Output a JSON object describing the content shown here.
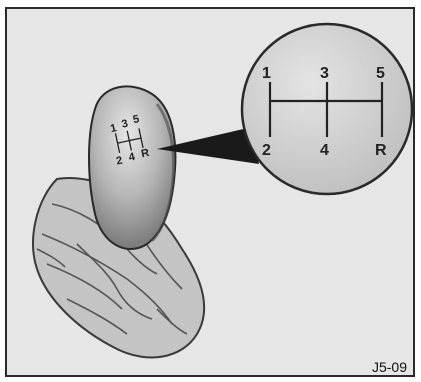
{
  "figure": {
    "id_label": "J5-09"
  },
  "knob_pattern": {
    "top_row": [
      "1",
      "3",
      "5"
    ],
    "bottom_row": [
      "2",
      "4",
      "R"
    ]
  },
  "magnified_pattern": {
    "top_row": [
      "1",
      "3",
      "5"
    ],
    "bottom_row": [
      "2",
      "4",
      "R"
    ]
  },
  "colors": {
    "background": "#e6e6e6",
    "knob": "#b0b0b0",
    "boot": "#bdbdbd",
    "magnifier": "#d0d0d0",
    "outline": "#2a2a2a"
  }
}
